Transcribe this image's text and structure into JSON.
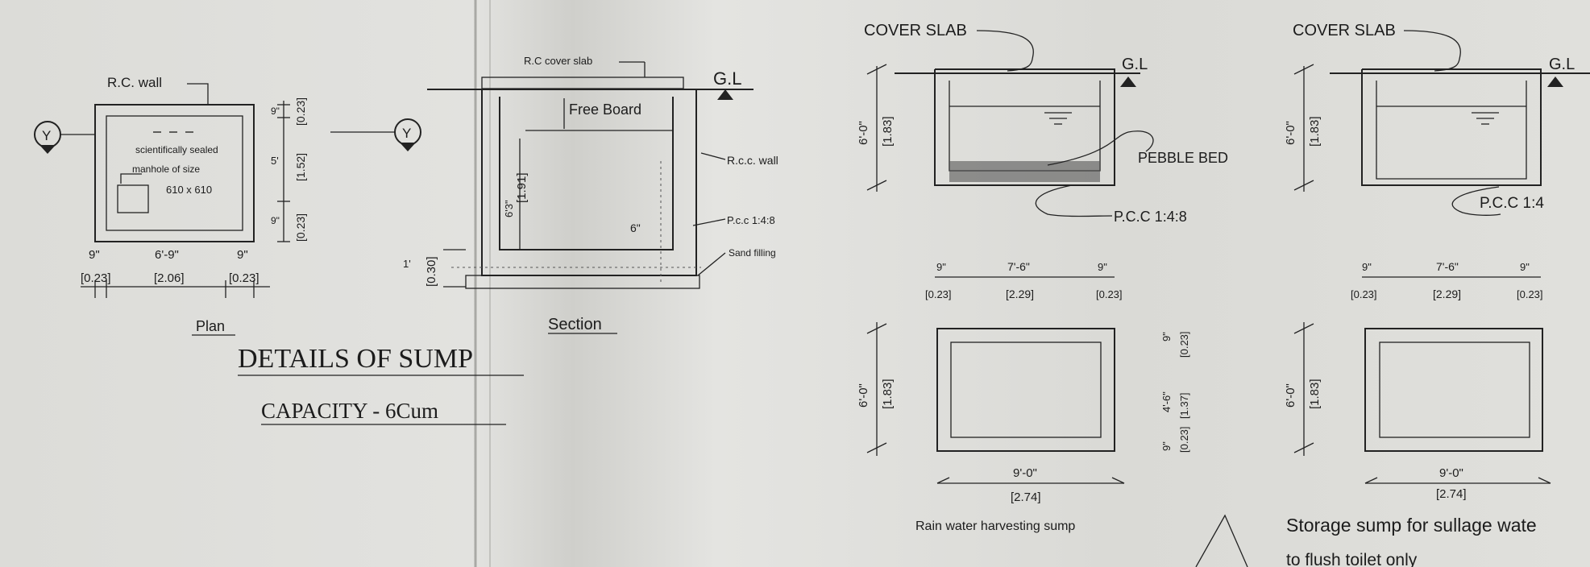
{
  "left": {
    "plan": {
      "wall_label": "R.C. wall",
      "section_marker": "Y",
      "manhole_text": [
        "scientifically sealed",
        "manhole of size",
        "610 x 610"
      ],
      "dims_right": [
        "9\"",
        "5'",
        "9\""
      ],
      "dims_right_metric": [
        "[0.23]",
        "[1.52]",
        "[0.23]"
      ],
      "dims_bottom": [
        "9\"",
        "6'-9\"",
        "9\""
      ],
      "dims_bottom_metric": [
        "[0.23]",
        "[2.06]",
        "[0.23]"
      ],
      "caption": "Plan"
    },
    "section": {
      "cover_slab": "R.C cover slab",
      "gl": "G.L",
      "free_board": "Free Board",
      "height": "[1.91]",
      "height_imperial": "6'3\"",
      "base_dim": "1'",
      "base_metric": "[0.30]",
      "wall_dim": "6\"",
      "callouts": [
        "R.c.c. wall",
        "P.c.c 1:4:8",
        "Sand filling"
      ],
      "caption": "Section"
    },
    "title": "DETAILS OF SUMP",
    "capacity": "CAPACITY - 6Cum"
  },
  "rain": {
    "cover_slab": "COVER SLAB",
    "gl": "G.L",
    "pebble_bed": "PEBBLE BED",
    "pcc": "P.C.C 1:4:8",
    "height": "6'-0\"",
    "height_metric": "[1.83]",
    "top_dims": [
      "9\"",
      "7'-6\"",
      "9\""
    ],
    "top_dims_metric": [
      "[0.23]",
      "[2.29]",
      "[0.23]"
    ],
    "right_dims": [
      "9\"",
      "4'-6\"",
      "9\""
    ],
    "right_dims_metric": [
      "[0.23]",
      "[1.37]",
      "[0.23]"
    ],
    "bottom_dim": "9'-0\"",
    "bottom_metric": "[2.74]",
    "caption": "Rain water harvesting sump"
  },
  "sullage": {
    "cover_slab": "COVER SLAB",
    "gl": "G.L",
    "pcc": "P.C.C 1:4",
    "height": "6'-0\"",
    "height_metric": "[1.83]",
    "top_dims": [
      "9\"",
      "7'-6\"",
      "9\""
    ],
    "top_dims_metric": [
      "[0.23]",
      "[2.29]",
      "[0.23]"
    ],
    "bottom_dim": "9'-0\"",
    "bottom_metric": "[2.74]",
    "caption_line1": "Storage sump for sullage wate",
    "caption_line2": "to flush toilet only"
  }
}
